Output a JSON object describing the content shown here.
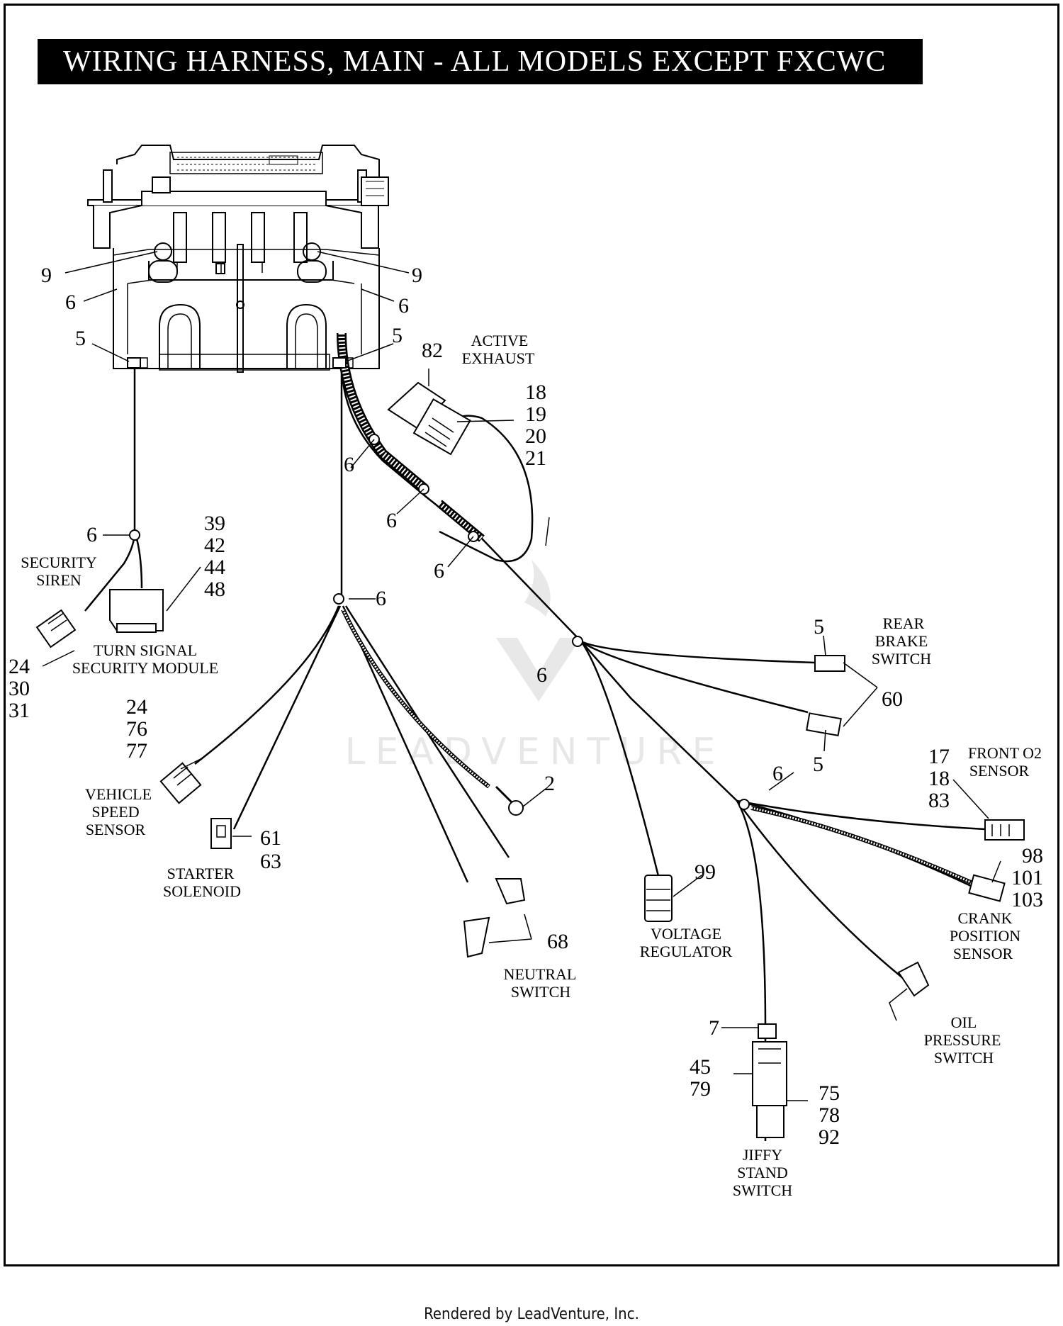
{
  "title": "WIRING HARNESS, MAIN - ALL MODELS EXCEPT FXCWC",
  "footer": "Rendered by LeadVenture, Inc.",
  "watermark": "LEADVENTURE",
  "callouts": {
    "c9_left": "9",
    "c9_right": "9",
    "c6_left_top": "6",
    "c6_right_top": "6",
    "c5_left": "5",
    "c5_right": "5",
    "c82": "82",
    "c18_21": [
      "18",
      "19",
      "20",
      "21"
    ],
    "c6_a": "6",
    "c6_b": "6",
    "c6_c": "6",
    "c6_siren": "6",
    "c39_48": [
      "39",
      "42",
      "44",
      "48"
    ],
    "c6_trunk": "6",
    "c24_31": [
      "24",
      "30",
      "31"
    ],
    "c24_77": [
      "24",
      "76",
      "77"
    ],
    "c61_63": [
      "61",
      "63"
    ],
    "c2": "2",
    "c68": "68",
    "c99": "99",
    "c6_mid": "6",
    "c5_brake_top": "5",
    "c60": "60",
    "c5_brake_bottom": "5",
    "c6_lower": "6",
    "c17_83": [
      "17",
      "18",
      "83"
    ],
    "c98_103": [
      "98",
      "101",
      "103"
    ],
    "c7": "7",
    "c45_79": [
      "45",
      "79"
    ],
    "c75_92": [
      "75",
      "78",
      "92"
    ]
  },
  "labels": {
    "active_exhaust": [
      "ACTIVE",
      "EXHAUST"
    ],
    "security_siren": [
      "SECURITY",
      "SIREN"
    ],
    "turn_signal_module": [
      "TURN SIGNAL",
      "SECURITY MODULE"
    ],
    "rear_brake_switch": [
      "REAR",
      "BRAKE",
      "SWITCH"
    ],
    "vehicle_speed_sensor": [
      "VEHICLE",
      "SPEED",
      "SENSOR"
    ],
    "starter_solenoid": [
      "STARTER",
      "SOLENOID"
    ],
    "front_o2_sensor": [
      "FRONT O2",
      "SENSOR"
    ],
    "crank_position_sensor": [
      "CRANK",
      "POSITION",
      "SENSOR"
    ],
    "neutral_switch": [
      "NEUTRAL",
      "SWITCH"
    ],
    "voltage_regulator": [
      "VOLTAGE",
      "REGULATOR"
    ],
    "oil_pressure_switch": [
      "OIL",
      "PRESSURE",
      "SWITCH"
    ],
    "jiffy_stand_switch": [
      "JIFFY",
      "STAND",
      "SWITCH"
    ]
  }
}
